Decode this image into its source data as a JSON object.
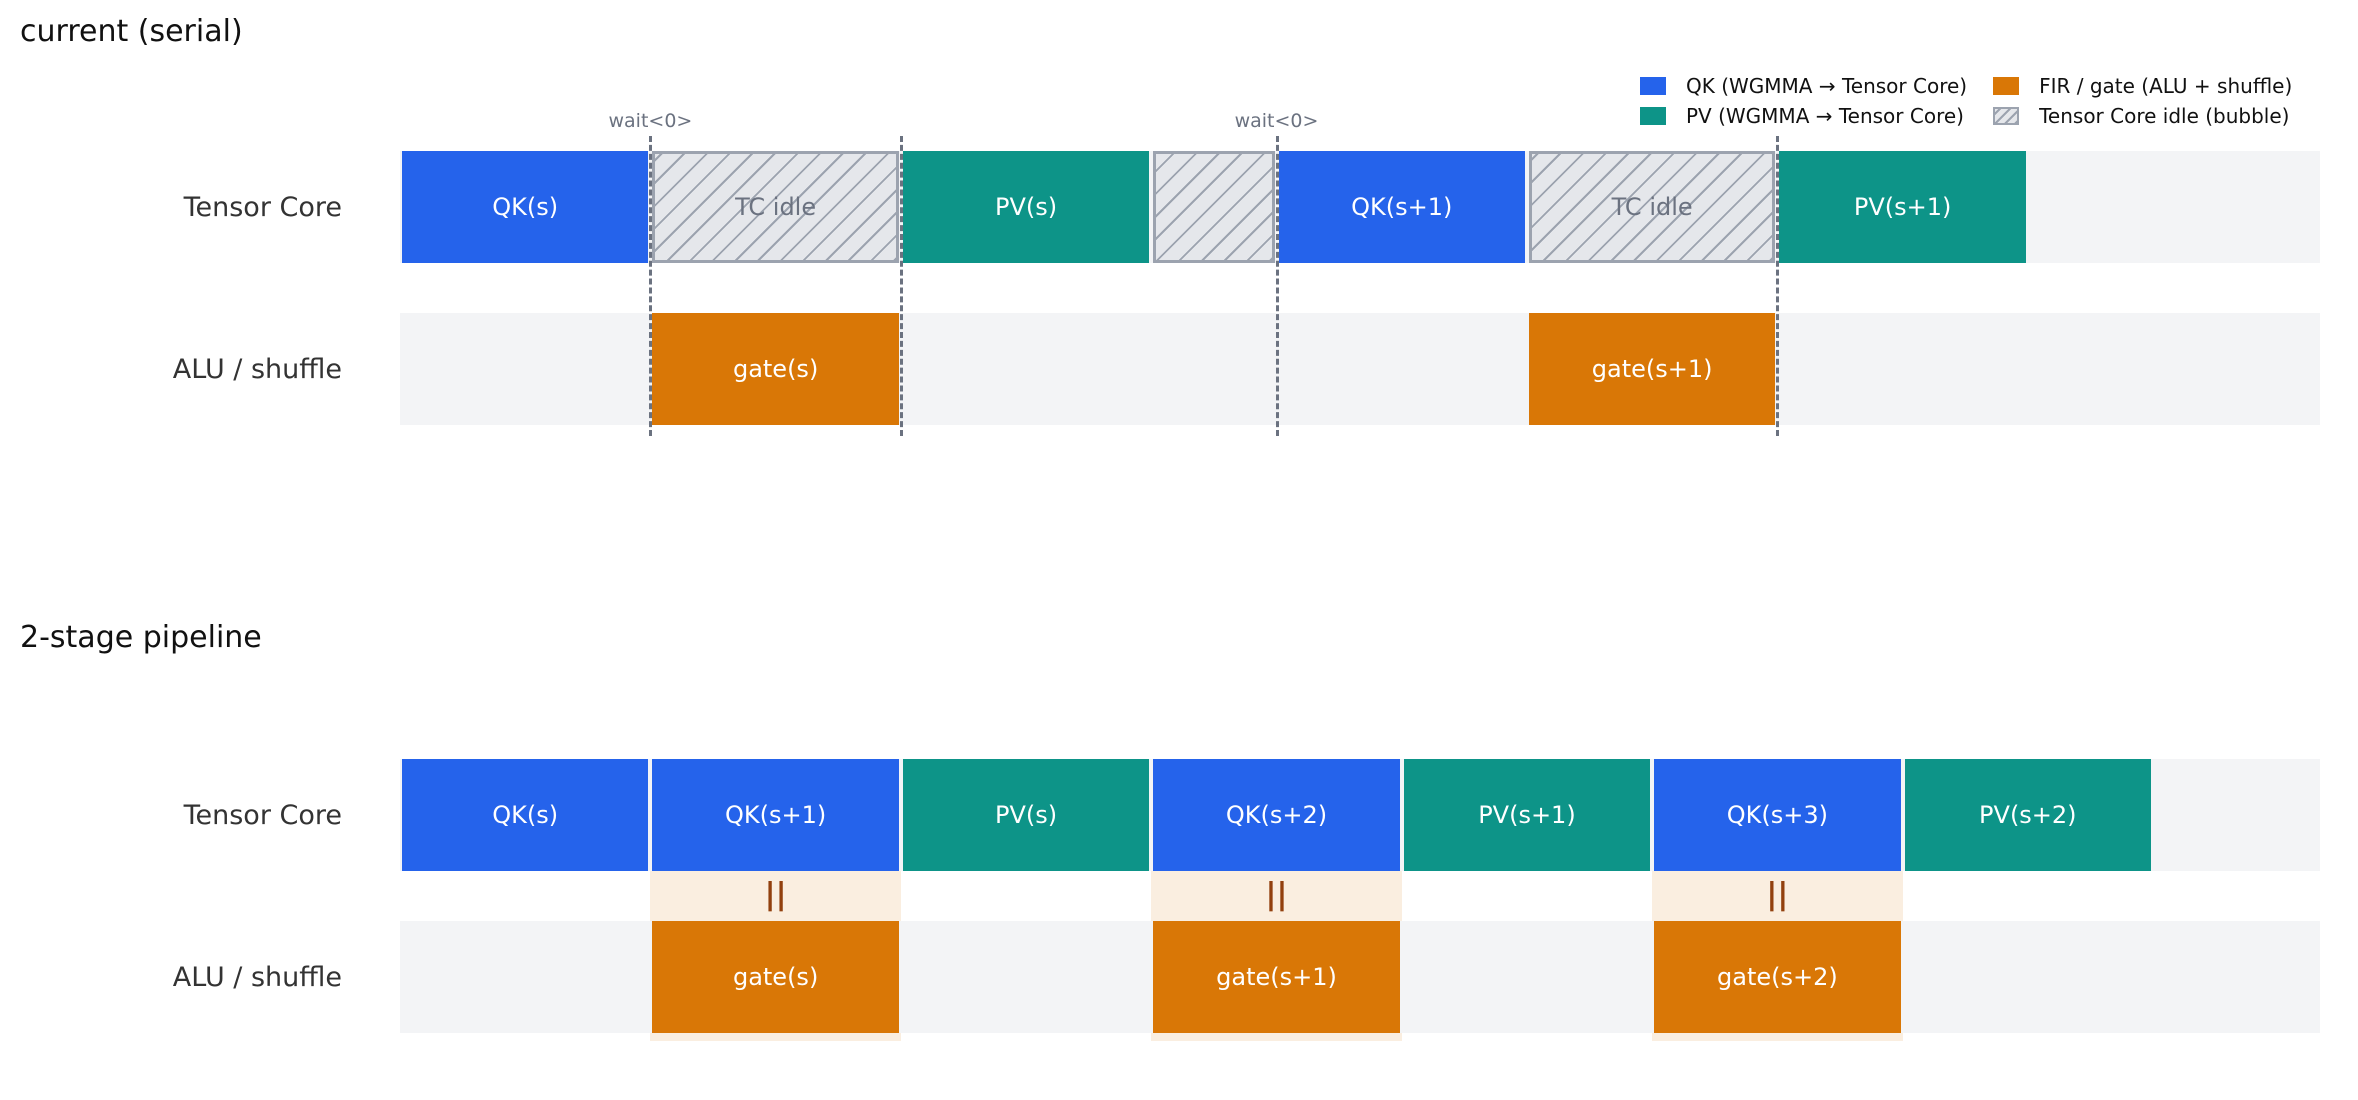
{
  "colors": {
    "qk": "#2563eb",
    "pv": "#0d9488",
    "gate": "#d97706",
    "idle_fill": "#e5e7eb",
    "idle_stroke": "#9ca3af",
    "lane_bg": "#f3f4f6",
    "overlap_bg": "#faeee0",
    "overlap_mark": "#92400e",
    "wait_line": "#6b7280"
  },
  "legend": [
    {
      "kind": "qk",
      "label": "QK  (WGMMA → Tensor Core)"
    },
    {
      "kind": "gate",
      "label": "FIR / gate  (ALU + shuffle)"
    },
    {
      "kind": "pv",
      "label": "PV  (WGMMA → Tensor Core)"
    },
    {
      "kind": "idle",
      "label": "Tensor Core idle (bubble)"
    }
  ],
  "time_axis": {
    "min": 0,
    "max": 11.5
  },
  "panels": [
    {
      "title": "current (serial)",
      "lanes": [
        {
          "label": "Tensor Core",
          "segments": [
            {
              "kind": "qk",
              "label": "QK(s)",
              "start": 0,
              "end": 1.5
            },
            {
              "kind": "idle",
              "label": "TC idle",
              "start": 1.5,
              "end": 3
            },
            {
              "kind": "pv",
              "label": "PV(s)",
              "start": 3,
              "end": 4.5
            },
            {
              "kind": "idle",
              "label": "",
              "start": 4.5,
              "end": 5.25
            },
            {
              "kind": "qk",
              "label": "QK(s+1)",
              "start": 5.25,
              "end": 6.75
            },
            {
              "kind": "idle",
              "label": "TC idle",
              "start": 6.75,
              "end": 8.25
            },
            {
              "kind": "pv",
              "label": "PV(s+1)",
              "start": 8.25,
              "end": 9.75
            }
          ]
        },
        {
          "label": "ALU / shuffle",
          "segments": [
            {
              "kind": "gate",
              "label": "gate(s)",
              "start": 1.5,
              "end": 3
            },
            {
              "kind": "gate",
              "label": "gate(s+1)",
              "start": 6.75,
              "end": 8.25
            }
          ]
        }
      ],
      "sync_lines": [
        1.5,
        3,
        5.25,
        8.25
      ],
      "wait_labels": [
        {
          "t": 1.5,
          "text": "wait<0>"
        },
        {
          "t": 5.25,
          "text": "wait<0>"
        }
      ]
    },
    {
      "title": "2-stage pipeline",
      "lanes": [
        {
          "label": "Tensor Core",
          "segments": [
            {
              "kind": "qk",
              "label": "QK(s)",
              "start": 0,
              "end": 1.5
            },
            {
              "kind": "qk",
              "label": "QK(s+1)",
              "start": 1.5,
              "end": 3
            },
            {
              "kind": "pv",
              "label": "PV(s)",
              "start": 3,
              "end": 4.5
            },
            {
              "kind": "qk",
              "label": "QK(s+2)",
              "start": 4.5,
              "end": 6
            },
            {
              "kind": "pv",
              "label": "PV(s+1)",
              "start": 6,
              "end": 7.5
            },
            {
              "kind": "qk",
              "label": "QK(s+3)",
              "start": 7.5,
              "end": 9
            },
            {
              "kind": "pv",
              "label": "PV(s+2)",
              "start": 9,
              "end": 10.5
            }
          ]
        },
        {
          "label": "ALU / shuffle",
          "segments": [
            {
              "kind": "gate",
              "label": "gate(s)",
              "start": 1.5,
              "end": 3
            },
            {
              "kind": "gate",
              "label": "gate(s+1)",
              "start": 4.5,
              "end": 6
            },
            {
              "kind": "gate",
              "label": "gate(s+2)",
              "start": 7.5,
              "end": 9
            }
          ]
        }
      ],
      "overlaps": [
        {
          "start": 1.5,
          "end": 3,
          "mark": "||"
        },
        {
          "start": 4.5,
          "end": 6,
          "mark": "||"
        },
        {
          "start": 7.5,
          "end": 9,
          "mark": "||"
        }
      ]
    }
  ]
}
